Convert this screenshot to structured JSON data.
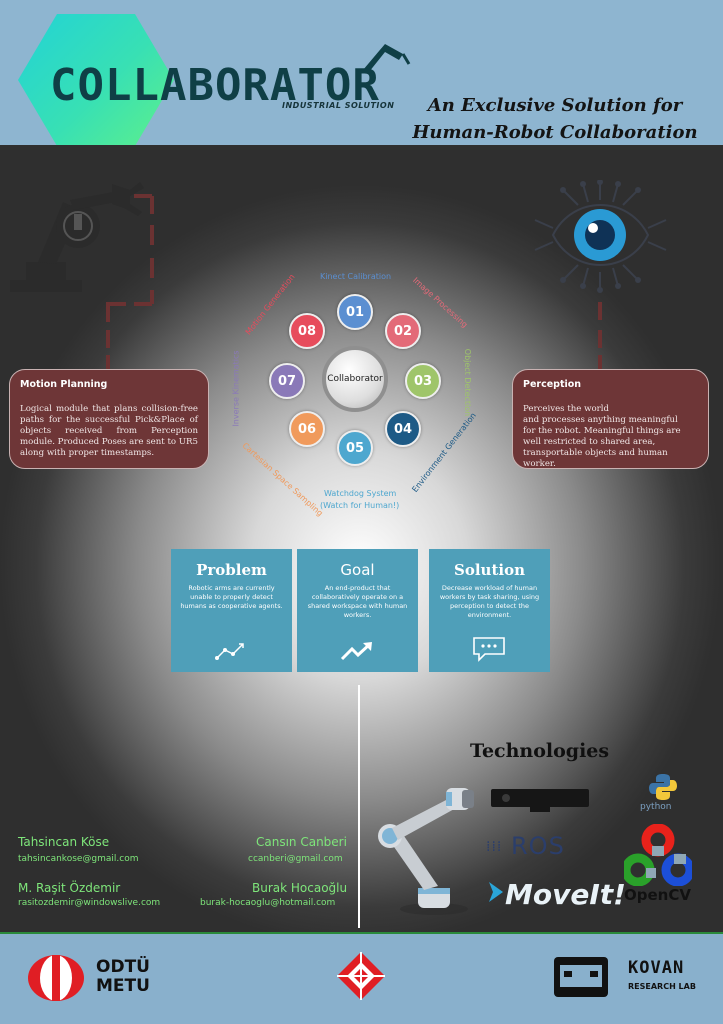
{
  "header": {
    "logo_text": "COLLABORATOR",
    "logo_subtext": "INDUSTRIAL SOLUTION",
    "tagline_line1": "An Exclusive Solution for",
    "tagline_line2": "Human-Robot Collaboration"
  },
  "motion_planning": {
    "title": "Motion Planning",
    "body": "Logical module that plans collision-free paths for the successful Pick&Place of objects received from Perception module. Produced Poses are sent to UR5 along with proper timestamps."
  },
  "perception": {
    "title": "Perception",
    "lines": [
      "Perceives the world",
      "and processes anything meaningful",
      "for the robot. Meaningful things are",
      "well restricted to shared area,",
      "transportable objects and human worker."
    ]
  },
  "wheel": {
    "center_label": "Collaborator",
    "items": [
      {
        "number": "01",
        "label": "Kinect Calibration",
        "color": "#5b8fd1"
      },
      {
        "number": "02",
        "label": "Image Processing",
        "color": "#e36a78"
      },
      {
        "number": "03",
        "label": "Object Detection",
        "color": "#9fc56a"
      },
      {
        "number": "04",
        "label": "Environment Generation",
        "color": "#1d5a86"
      },
      {
        "number": "05",
        "label": "Watchdog System",
        "color": "#4ea7cf"
      },
      {
        "number": "06",
        "label": "Cartesian Space Sampling",
        "color": "#f09a5c"
      },
      {
        "number": "07",
        "label": "Inverse Kinematics",
        "color": "#8a79b8"
      },
      {
        "number": "08",
        "label": "Motion Generation",
        "color": "#e74c5c"
      }
    ],
    "watchdog_sub": "(Watch for Human!)"
  },
  "cards": [
    {
      "title": "Problem",
      "text": "Robotic arms are currently unable to properly detect humans as cooperative agents."
    },
    {
      "title": "Goal",
      "text": "An end-product that collaboratively operate on a shared workspace with human workers."
    },
    {
      "title": "Solution",
      "text": "Decrease workload of human workers by task sharing, using perception to detect the environment."
    }
  ],
  "technologies": {
    "title": "Technologies",
    "ros": "ROS",
    "moveit": "MoveIt!",
    "opencv": "OpenCV",
    "python": "python"
  },
  "team": [
    {
      "name": "Tahsincan Köse",
      "email": "tahsincankose@gmail.com"
    },
    {
      "name": "Cansın Canberi",
      "email": "ccanberi@gmail.com"
    },
    {
      "name": "M. Raşit Özdemir",
      "email": "rasitozdemir@windowslive.com"
    },
    {
      "name": "Burak Hocaoğlu",
      "email": "burak-hocaoglu@hotmail.com"
    }
  ],
  "footer": {
    "odtu_line1": "ODTÜ",
    "odtu_line2": "METU",
    "kovan": "KOVAN",
    "kovan_sub": "RESEARCH LAB"
  }
}
